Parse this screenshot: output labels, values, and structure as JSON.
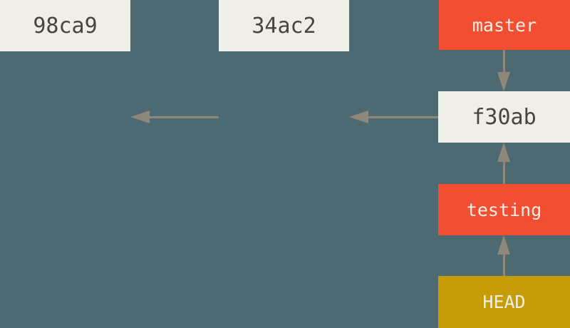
{
  "diagram": {
    "kind": "git-branch-diagram",
    "colors": {
      "background": "#4d6a72",
      "arrow": "#8f8779",
      "commit_box": "#f0efe7",
      "commit_text": "#4a443d",
      "branch_box": "#f14e32",
      "branch_text": "#f0efe7",
      "head_box": "#c79c09",
      "head_text": "#f0efe7"
    },
    "commits": [
      {
        "id": "98ca9"
      },
      {
        "id": "34ac2"
      },
      {
        "id": "f30ab"
      }
    ],
    "branches": [
      {
        "label": "master",
        "points_to": "f30ab"
      },
      {
        "label": "testing",
        "points_to": "f30ab"
      }
    ],
    "head": {
      "label": "HEAD",
      "points_to": "testing"
    },
    "edges": [
      {
        "from": "f30ab",
        "to": "34ac2"
      },
      {
        "from": "34ac2",
        "to": "98ca9"
      },
      {
        "from": "master",
        "to": "f30ab"
      },
      {
        "from": "testing",
        "to": "f30ab"
      },
      {
        "from": "HEAD",
        "to": "testing"
      }
    ]
  }
}
